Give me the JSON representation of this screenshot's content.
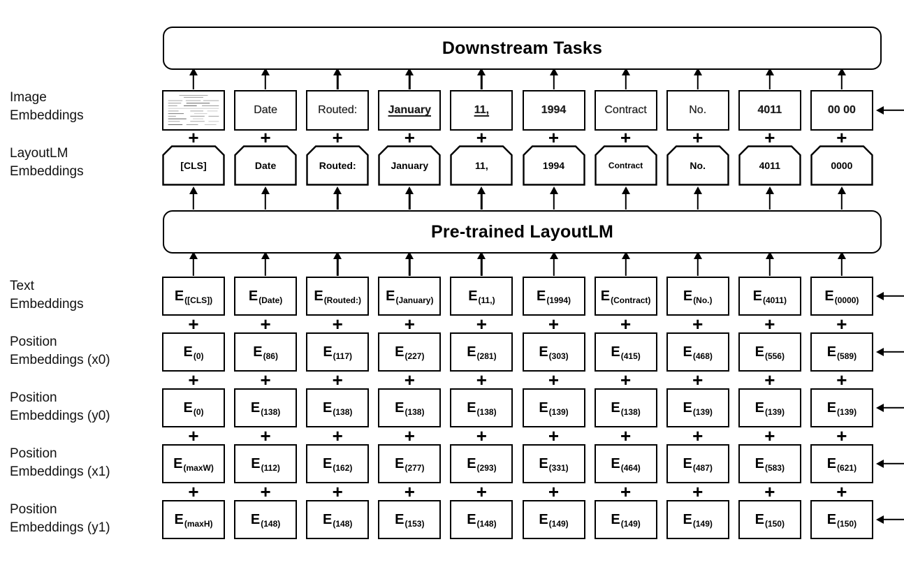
{
  "e_prefix": "E",
  "plus_sign": "+",
  "colors": {
    "ink": "#000000",
    "background": "#ffffff",
    "scan_gray": "#9a9a9a"
  },
  "top_box": {
    "label": "Downstream Tasks"
  },
  "middle_box": {
    "label": "Pre-trained LayoutLM"
  },
  "left_labels": {
    "image": [
      "Image",
      "Embeddings"
    ],
    "layoutlm": [
      "LayoutLM",
      "Embeddings"
    ],
    "text": [
      "Text",
      "Embeddings"
    ],
    "x0": [
      "Position",
      "Embeddings (x0)"
    ],
    "y0": [
      "Position",
      "Embeddings (y0)"
    ],
    "x1": [
      "Position",
      "Embeddings (x1)"
    ],
    "y1": [
      "Position",
      "Embeddings (y1)"
    ]
  },
  "rows": {
    "image": {
      "cells": [
        {
          "type": "thumbnail",
          "text": "",
          "bold": false,
          "underline": false
        },
        {
          "text": "Date",
          "bold": false,
          "underline": false
        },
        {
          "text": "Routed:",
          "bold": false,
          "underline": false
        },
        {
          "text": "January",
          "bold": true,
          "underline": true
        },
        {
          "text": "11,",
          "bold": true,
          "underline": true
        },
        {
          "text": "1994",
          "bold": true,
          "underline": false
        },
        {
          "text": "Contract",
          "bold": false,
          "underline": false
        },
        {
          "text": "No.",
          "bold": false,
          "underline": false
        },
        {
          "text": "4011",
          "bold": true,
          "underline": false
        },
        {
          "text": "00 00",
          "bold": true,
          "underline": false
        }
      ]
    },
    "layoutlm": {
      "cells": [
        "[CLS]",
        "Date",
        "Routed:",
        "January",
        "11,",
        "1994",
        "Contract",
        "No.",
        "4011",
        "0000"
      ]
    },
    "text": {
      "cells": [
        "([CLS])",
        "(Date)",
        "(Routed:)",
        "(January)",
        "(11,)",
        "(1994)",
        "(Contract)",
        "(No.)",
        "(4011)",
        "(0000)"
      ]
    },
    "x0": {
      "cells": [
        "(0)",
        "(86)",
        "(117)",
        "(227)",
        "(281)",
        "(303)",
        "(415)",
        "(468)",
        "(556)",
        "(589)"
      ]
    },
    "y0": {
      "cells": [
        "(0)",
        "(138)",
        "(138)",
        "(138)",
        "(138)",
        "(139)",
        "(138)",
        "(139)",
        "(139)",
        "(139)"
      ]
    },
    "x1": {
      "cells": [
        "(maxW)",
        "(112)",
        "(162)",
        "(277)",
        "(293)",
        "(331)",
        "(464)",
        "(487)",
        "(583)",
        "(621)"
      ]
    },
    "y1": {
      "cells": [
        "(maxH)",
        "(148)",
        "(148)",
        "(153)",
        "(148)",
        "(149)",
        "(149)",
        "(149)",
        "(150)",
        "(150)"
      ]
    }
  }
}
